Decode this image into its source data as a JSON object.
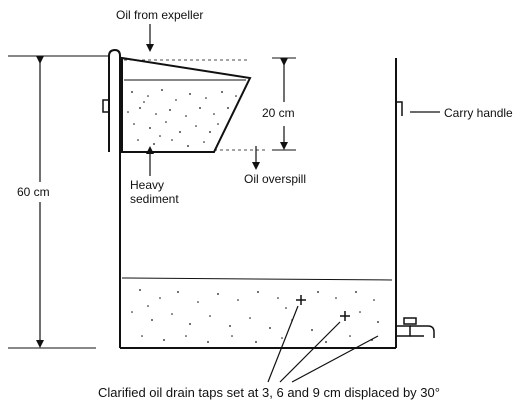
{
  "labels": {
    "oil_from_expeller": "Oil from expeller",
    "dim_20cm": "20 cm",
    "carry_handle": "Carry handle",
    "heavy_sediment": "Heavy sediment",
    "oil_overspill": "Oil overspill",
    "dim_60cm": "60 cm",
    "clarified_oil_taps": "Clarified oil drain taps set at 3, 6 and 9 cm displaced by 30°"
  },
  "colors": {
    "ink": "#111111",
    "background": "#ffffff"
  }
}
